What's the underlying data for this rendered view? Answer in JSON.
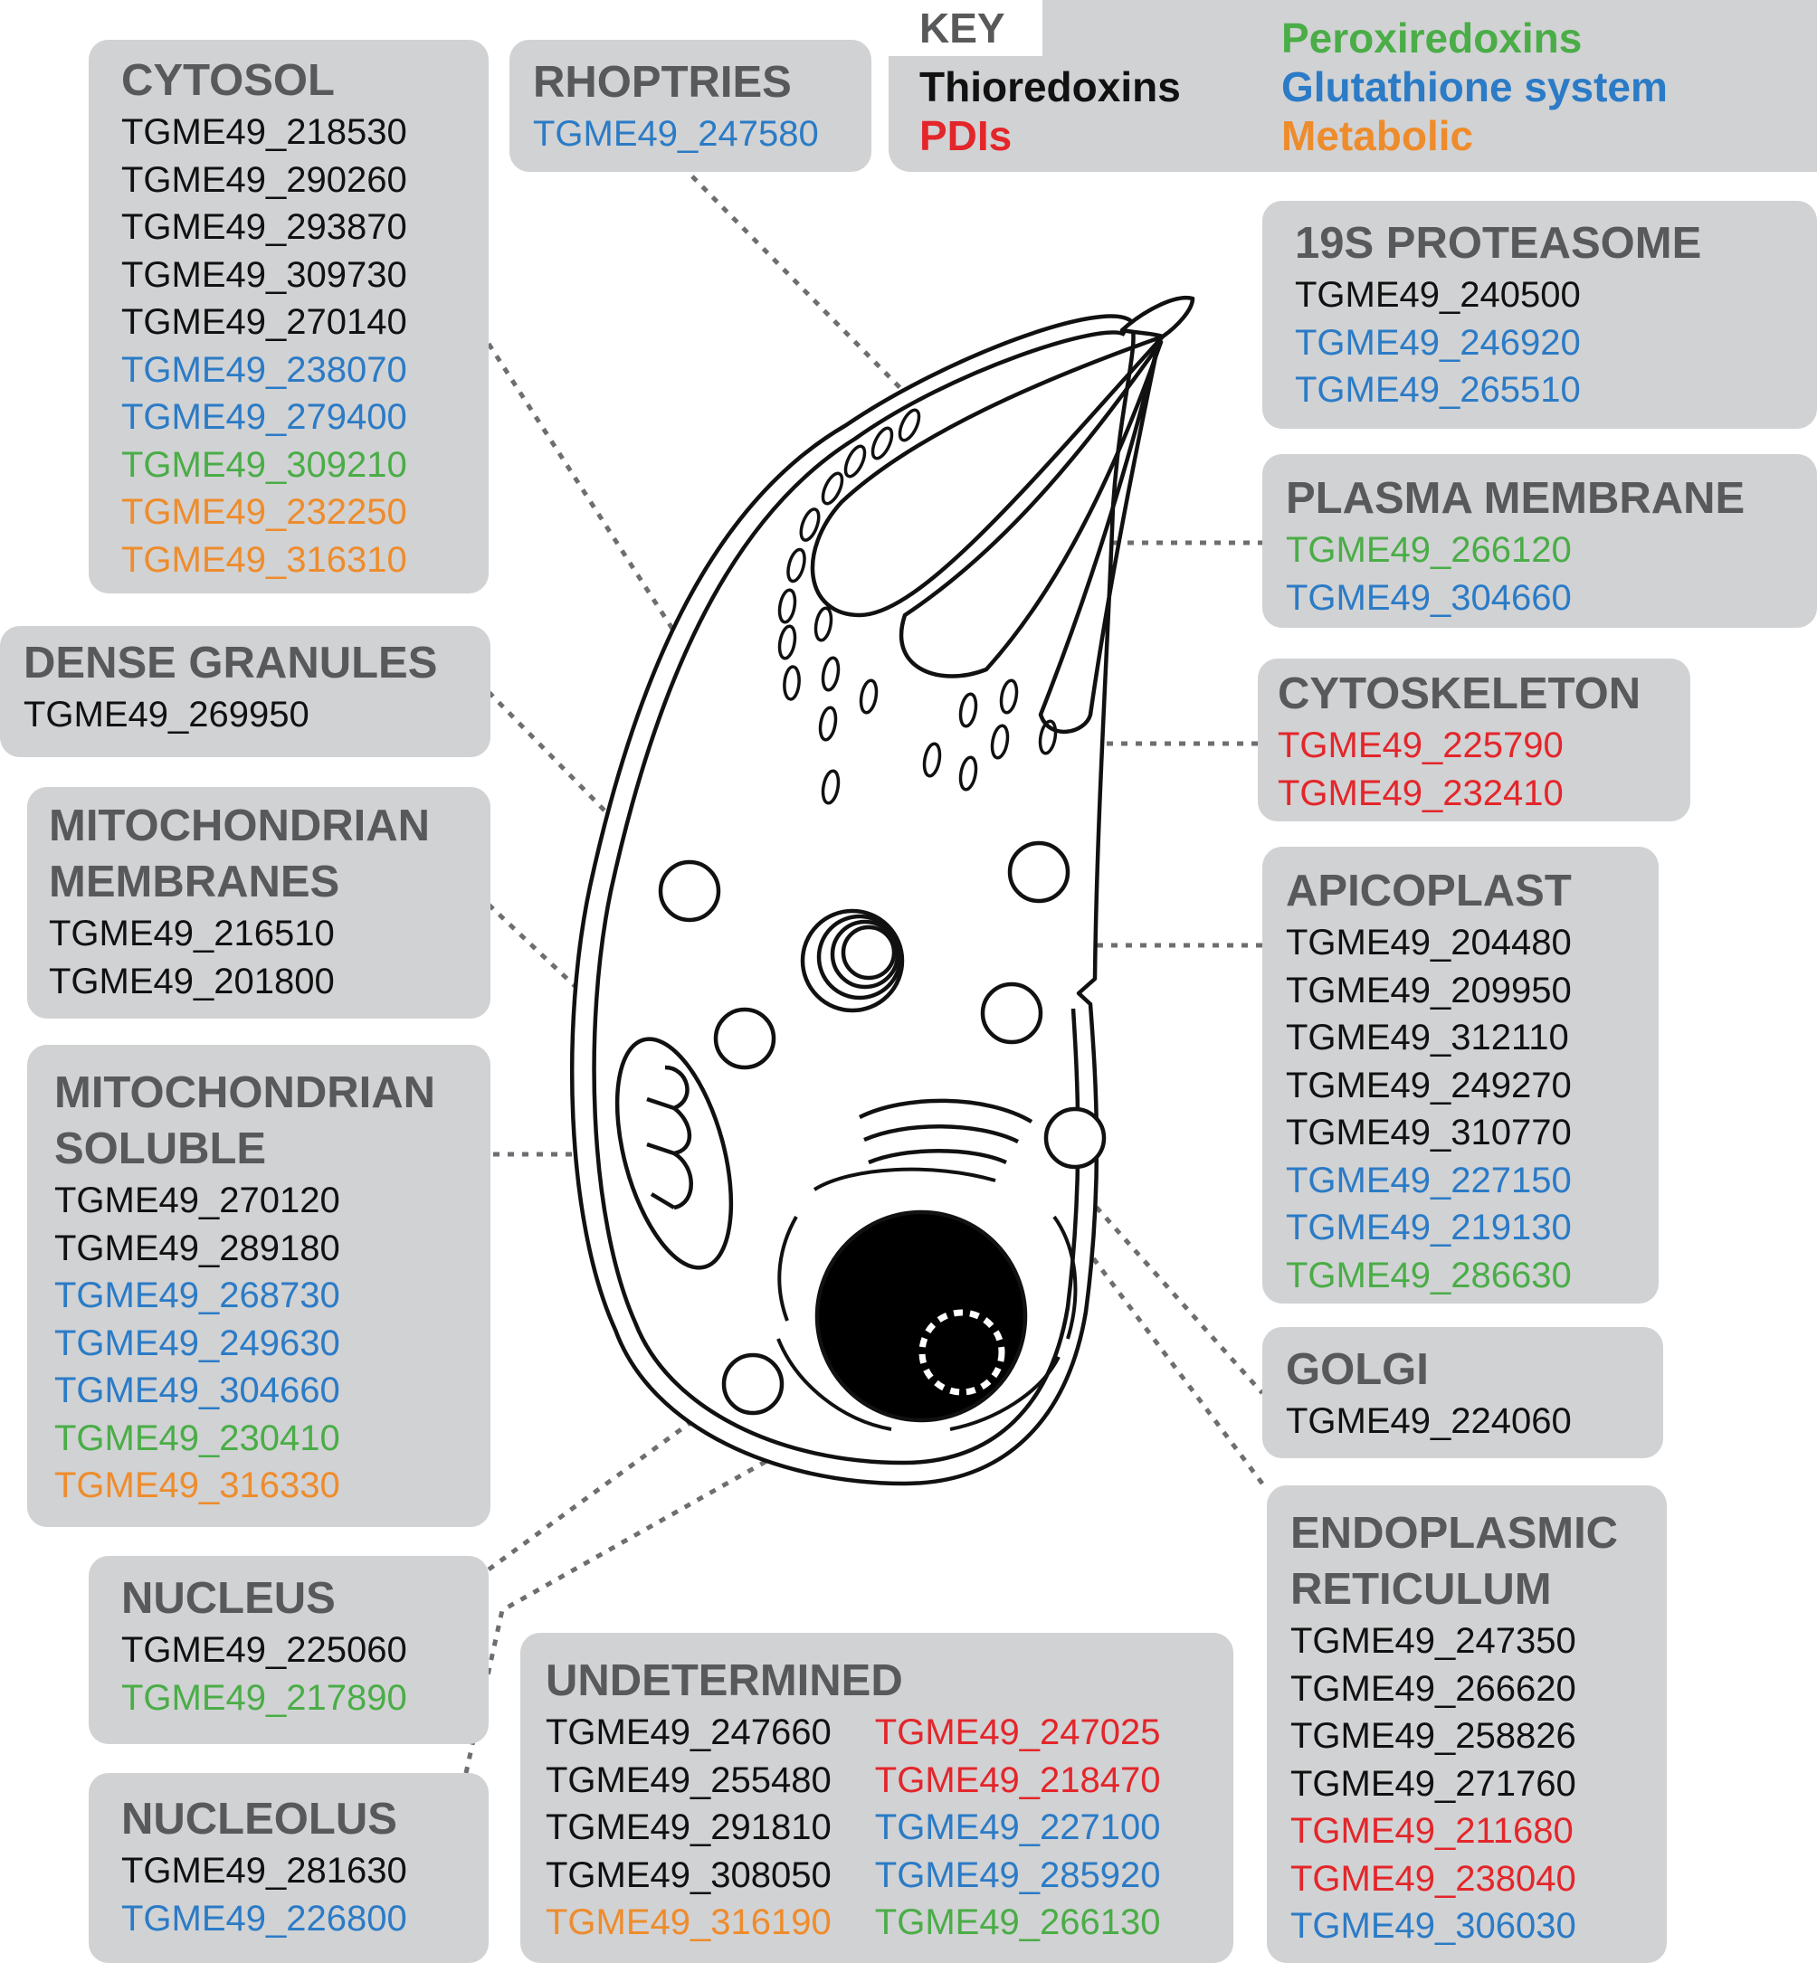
{
  "colors": {
    "black": "#111111",
    "blue": "#2b7bc6",
    "green": "#4aad47",
    "orange": "#ee8c2c",
    "red": "#e3262a",
    "box": "#d1d2d4",
    "title": "#58595b"
  },
  "key": {
    "title": "KEY",
    "items": [
      {
        "label": "Thioredoxins",
        "color": "black"
      },
      {
        "label": "PDIs",
        "color": "red"
      },
      {
        "label": "Peroxiredoxins",
        "color": "green"
      },
      {
        "label": "Glutathione system",
        "color": "blue"
      },
      {
        "label": "Metabolic",
        "color": "orange"
      }
    ]
  },
  "compartments": [
    {
      "id": "cytosol",
      "title": "CYTOSOL",
      "genes": [
        {
          "id": "TGME49_218530",
          "color": "black"
        },
        {
          "id": "TGME49_290260",
          "color": "black"
        },
        {
          "id": "TGME49_293870",
          "color": "black"
        },
        {
          "id": "TGME49_309730",
          "color": "black"
        },
        {
          "id": "TGME49_270140",
          "color": "black"
        },
        {
          "id": "TGME49_238070",
          "color": "blue"
        },
        {
          "id": "TGME49_279400",
          "color": "blue"
        },
        {
          "id": "TGME49_309210",
          "color": "green"
        },
        {
          "id": "TGME49_232250",
          "color": "orange"
        },
        {
          "id": "TGME49_316310",
          "color": "orange"
        }
      ]
    },
    {
      "id": "rhoptries",
      "title": "RHOPTRIES",
      "genes": [
        {
          "id": "TGME49_247580",
          "color": "blue"
        }
      ]
    },
    {
      "id": "dense-granules",
      "title": "DENSE GRANULES",
      "genes": [
        {
          "id": "TGME49_269950",
          "color": "black"
        }
      ]
    },
    {
      "id": "mitochondrial-membranes",
      "title": "MITOCHONDRIAN\nMEMBRANES",
      "genes": [
        {
          "id": "TGME49_216510",
          "color": "black"
        },
        {
          "id": "TGME49_201800",
          "color": "black"
        }
      ]
    },
    {
      "id": "mitochondrial-soluble",
      "title": "MITOCHONDRIAN\nSOLUBLE",
      "genes": [
        {
          "id": "TGME49_270120",
          "color": "black"
        },
        {
          "id": "TGME49_289180",
          "color": "black"
        },
        {
          "id": "TGME49_268730",
          "color": "blue"
        },
        {
          "id": "TGME49_249630",
          "color": "blue"
        },
        {
          "id": "TGME49_304660",
          "color": "blue"
        },
        {
          "id": "TGME49_230410",
          "color": "green"
        },
        {
          "id": "TGME49_316330",
          "color": "orange"
        }
      ]
    },
    {
      "id": "nucleus",
      "title": "NUCLEUS",
      "genes": [
        {
          "id": "TGME49_225060",
          "color": "black"
        },
        {
          "id": "TGME49_217890",
          "color": "green"
        }
      ]
    },
    {
      "id": "nucleolus",
      "title": "NUCLEOLUS",
      "genes": [
        {
          "id": "TGME49_281630",
          "color": "black"
        },
        {
          "id": "TGME49_226800",
          "color": "blue"
        }
      ]
    },
    {
      "id": "undetermined",
      "title": "UNDETERMINED",
      "genes": [
        {
          "id": "TGME49_247660",
          "color": "black"
        },
        {
          "id": "TGME49_255480",
          "color": "black"
        },
        {
          "id": "TGME49_291810",
          "color": "black"
        },
        {
          "id": "TGME49_308050",
          "color": "black"
        },
        {
          "id": "TGME49_316190",
          "color": "orange"
        }
      ],
      "genes2": [
        {
          "id": "TGME49_247025",
          "color": "red"
        },
        {
          "id": "TGME49_218470",
          "color": "red"
        },
        {
          "id": "TGME49_227100",
          "color": "blue"
        },
        {
          "id": "TGME49_285920",
          "color": "blue"
        },
        {
          "id": "TGME49_266130",
          "color": "green"
        }
      ]
    },
    {
      "id": "proteasome-19s",
      "title": "19S PROTEASOME",
      "genes": [
        {
          "id": "TGME49_240500",
          "color": "black"
        },
        {
          "id": "TGME49_246920",
          "color": "blue"
        },
        {
          "id": "TGME49_265510",
          "color": "blue"
        }
      ]
    },
    {
      "id": "plasma-membrane",
      "title": "PLASMA MEMBRANE",
      "genes": [
        {
          "id": "TGME49_266120",
          "color": "green"
        },
        {
          "id": "TGME49_304660",
          "color": "blue"
        }
      ]
    },
    {
      "id": "cytoskeleton",
      "title": "CYTOSKELETON",
      "genes": [
        {
          "id": "TGME49_225790",
          "color": "red"
        },
        {
          "id": "TGME49_232410",
          "color": "red"
        }
      ]
    },
    {
      "id": "apicoplast",
      "title": "APICOPLAST",
      "genes": [
        {
          "id": "TGME49_204480",
          "color": "black"
        },
        {
          "id": "TGME49_209950",
          "color": "black"
        },
        {
          "id": "TGME49_312110",
          "color": "black"
        },
        {
          "id": "TGME49_249270",
          "color": "black"
        },
        {
          "id": "TGME49_310770",
          "color": "black"
        },
        {
          "id": "TGME49_227150",
          "color": "blue"
        },
        {
          "id": "TGME49_219130",
          "color": "blue"
        },
        {
          "id": "TGME49_286630",
          "color": "green"
        }
      ]
    },
    {
      "id": "golgi",
      "title": "GOLGI",
      "genes": [
        {
          "id": "TGME49_224060",
          "color": "black"
        }
      ]
    },
    {
      "id": "endoplasmic-reticulum",
      "title": "ENDOPLASMIC\nRETICULUM",
      "genes": [
        {
          "id": "TGME49_247350",
          "color": "black"
        },
        {
          "id": "TGME49_266620",
          "color": "black"
        },
        {
          "id": "TGME49_258826",
          "color": "black"
        },
        {
          "id": "TGME49_271760",
          "color": "black"
        },
        {
          "id": "TGME49_211680",
          "color": "red"
        },
        {
          "id": "TGME49_238040",
          "color": "red"
        },
        {
          "id": "TGME49_306030",
          "color": "blue"
        }
      ]
    }
  ]
}
